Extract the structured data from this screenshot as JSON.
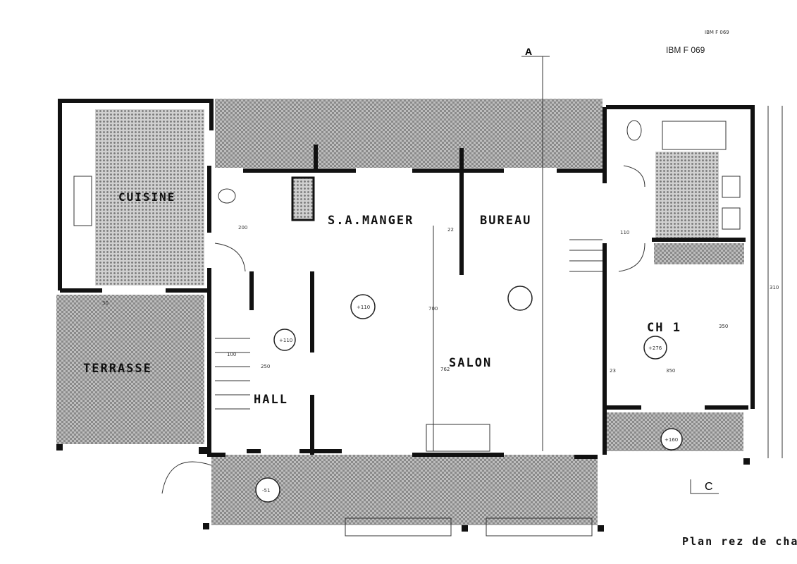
{
  "header": {
    "ref_small": "IBM F 069",
    "ref": "IBM F 069",
    "section_a": "A",
    "section_c": "C"
  },
  "rooms": {
    "cuisine": "CUISINE",
    "salle_a_manger": "S.A.MANGER",
    "bureau": "BUREAU",
    "terrasse": "TERRASSE",
    "hall": "HALL",
    "salon": "SALON",
    "chambre": "CH 1"
  },
  "dimensions": [
    "200",
    "250",
    "350",
    "700",
    "762",
    "310",
    "350",
    "100",
    "30",
    "23",
    "22",
    "110"
  ],
  "levels": [
    "+110",
    "+110",
    "+276",
    "-51",
    "+160"
  ],
  "footer": {
    "title": "Plan rez de chaussi"
  },
  "colors": {
    "ink": "#111111",
    "hatch": "#9a9a9a",
    "paper": "#ffffff"
  }
}
